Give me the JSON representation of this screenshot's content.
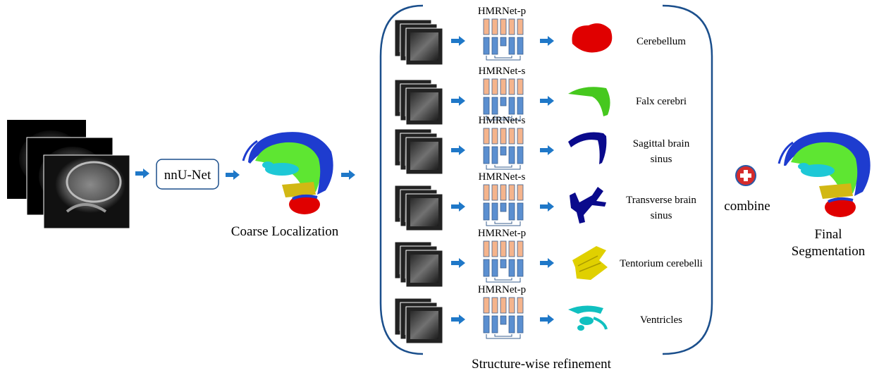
{
  "pipeline": {
    "nnunet_label": "nnU-Net",
    "coarse_label": "Coarse Localization",
    "refinement_label": "Structure-wise refinement",
    "combine_label": "combine",
    "final_label_line1": "Final",
    "final_label_line2": "Segmentation"
  },
  "rows": [
    {
      "network": "HMRNet-p",
      "structure_line1": "Cerebellum",
      "structure_line2": "",
      "mask_color": "#e00000"
    },
    {
      "network": "HMRNet-s",
      "structure_line1": "Falx cerebri",
      "structure_line2": "",
      "mask_color": "#46c81e"
    },
    {
      "network": "HMRNet-s",
      "structure_line1": "Sagittal brain",
      "structure_line2": "sinus",
      "mask_color": "#0a0a8c"
    },
    {
      "network": "HMRNet-s",
      "structure_line1": "Transverse brain",
      "structure_line2": "sinus",
      "mask_color": "#0a0a8c"
    },
    {
      "network": "HMRNet-p",
      "structure_line1": "Tentorium cerebelli",
      "structure_line2": "",
      "mask_color": "#e0d000"
    },
    {
      "network": "HMRNet-p",
      "structure_line1": "Ventricles",
      "structure_line2": "",
      "mask_color": "#10c0c0"
    }
  ],
  "colors": {
    "arrow": "#1f78c8",
    "encoder_block": "#f5b48c",
    "decoder_block": "#5b8fd0",
    "block_stroke": "#3a5f8f",
    "bracket": "#1b4f8c",
    "combine_red": "#d52b2b"
  }
}
